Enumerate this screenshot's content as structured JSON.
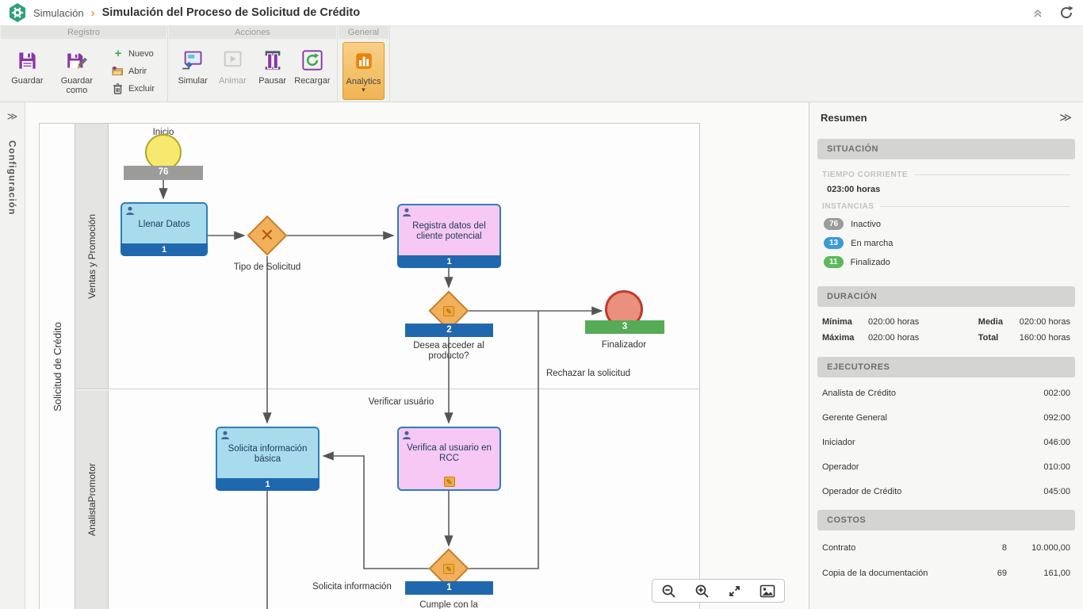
{
  "header": {
    "breadcrumb": "Simulación",
    "title": "Simulación del Proceso de Solicitud de Crédito"
  },
  "ribbon": {
    "group_registro": "Registro",
    "group_acciones": "Acciones",
    "group_general": "General",
    "guardar": "Guardar",
    "guardar_como": "Guardar como",
    "nuevo": "Nuevo",
    "abrir": "Abrir",
    "excluir": "Excluir",
    "simular": "Simular",
    "animar": "Animar",
    "pausar": "Pausar",
    "recargar": "Recargar",
    "analytics": "Analytics"
  },
  "sidebar": {
    "label": "Configuración"
  },
  "icons": {
    "gateway_x": "✕",
    "pencil": "✎",
    "caret_down": "▾",
    "breadcrumb_chevron": "›",
    "collapse_right": "≫",
    "expand_sidebar": "≫",
    "plus": "+"
  },
  "colors": {
    "inactive_badge": "#9b9b99",
    "running_badge": "#3a9bd5",
    "finished_badge": "#5cb85c",
    "counter_bar": "#2068ae",
    "analytics_accent": "#f0b452"
  },
  "diagram": {
    "pool_label": "Solicitud de Crédito",
    "lane1_label": "Ventas y Promoción",
    "lane2_label": "AnalistaPromotor",
    "start_label": "Inicio",
    "start_count": "76",
    "task_llenar": "Llenar Datos",
    "task_llenar_count": "1",
    "gateway_tipo_label": "Tipo de Solicitud",
    "task_registra": "Registra datos del cliente potencial",
    "task_registra_count": "1",
    "gateway_desea_count": "2",
    "gateway_desea_label": "Desea acceder al producto?",
    "end_count": "3",
    "end_label": "Finalizador",
    "flow_rechazar": "Rechazar la solicitud",
    "flow_verificar": "Verificar usuário",
    "task_solicita": "Solicita información básica",
    "task_solicita_count": "1",
    "task_verifica": "Verifica al usuario en RCC",
    "gateway_cumple_count": "1",
    "gateway_cumple_label": "Cumple con la",
    "flow_solicita": "Solicita información"
  },
  "panel": {
    "title": "Resumen",
    "situacion": {
      "header": "SITUACIÓN",
      "tiempo_label": "TIEMPO CORRIENTE",
      "tiempo_value": "023:00 horas",
      "instancias_label": "INSTANCIAS",
      "items": [
        {
          "count": "76",
          "label": "Inactivo",
          "color": "#9b9b99"
        },
        {
          "count": "13",
          "label": "En marcha",
          "color": "#3a9bd5"
        },
        {
          "count": "11",
          "label": "Finalizado",
          "color": "#5cb85c"
        }
      ]
    },
    "duracion": {
      "header": "DURACIÓN",
      "minima_label": "Mínima",
      "minima_value": "020:00 horas",
      "media_label": "Media",
      "media_value": "020:00 horas",
      "maxima_label": "Máxima",
      "maxima_value": "020:00 horas",
      "total_label": "Total",
      "total_value": "160:00 horas"
    },
    "ejecutores": {
      "header": "EJECUTORES",
      "rows": [
        {
          "name": "Analista de Crédito",
          "value": "002:00"
        },
        {
          "name": "Gerente General",
          "value": "092:00"
        },
        {
          "name": "Iniciador",
          "value": "046:00"
        },
        {
          "name": "Operador",
          "value": "010:00"
        },
        {
          "name": "Operador de Crédito",
          "value": "045:00"
        }
      ]
    },
    "costos": {
      "header": "COSTOS",
      "rows": [
        {
          "name": "Contrato",
          "qty": "8",
          "value": "10.000,00"
        },
        {
          "name": "Copia de la documentación",
          "qty": "69",
          "value": "161,00"
        }
      ]
    }
  }
}
